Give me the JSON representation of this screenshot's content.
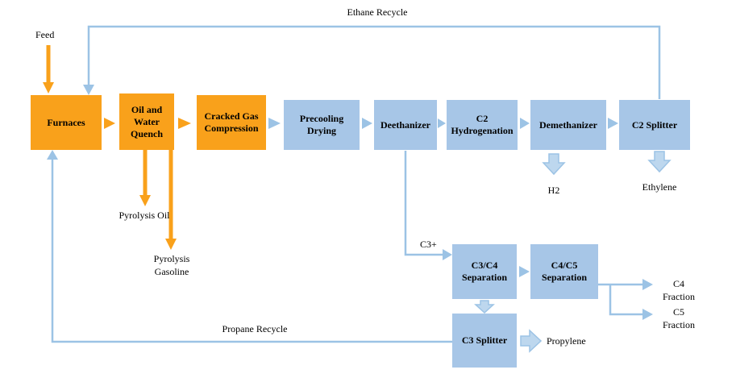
{
  "colors": {
    "orange": "#F9A11B",
    "blue_box": "#A7C6E7",
    "blue_line": "#9CC3E5",
    "block_arrow_fill": "#BDD7EE"
  },
  "boxes": {
    "furnaces": "Furnaces",
    "quench": "Oil and Water Quench",
    "compression": "Cracked Gas Compression",
    "precooling": "Precooling Drying",
    "deethanizer": "Deethanizer",
    "c2_hydrogenation": "C2 Hydrogenation",
    "demethanizer": "Demethanizer",
    "c2_splitter": "C2 Splitter",
    "c3c4_separation": "C3/C4 Separation",
    "c4c5_separation": "C4/C5 Separation",
    "c3_splitter": "C3 Splitter"
  },
  "labels": {
    "feed": "Feed",
    "ethane_recycle": "Ethane Recycle",
    "pyrolysis_oil": "Pyrolysis Oil",
    "pyrolysis_gasoline": "Pyrolysis Gasoline",
    "c3_plus": "C3+",
    "h2": "H2",
    "ethylene": "Ethylene",
    "c4_fraction": "C4 Fraction",
    "c5_fraction": "C5 Fraction",
    "propylene": "Propylene",
    "propane_recycle": "Propane Recycle"
  },
  "flows": [
    "Feed → Furnaces",
    "Furnaces → Oil and Water Quench",
    "Oil and Water Quench → Cracked Gas Compression",
    "Oil and Water Quench → Pyrolysis Oil",
    "Oil and Water Quench → Pyrolysis Gasoline",
    "Cracked Gas Compression → Precooling Drying",
    "Precooling Drying → Deethanizer",
    "Deethanizer → C2 Hydrogenation",
    "Deethanizer → C3+ → C3/C4 Separation",
    "C2 Hydrogenation → Demethanizer",
    "Demethanizer → H2",
    "Demethanizer → C2 Splitter",
    "C2 Splitter → Ethylene",
    "C2 Splitter → Ethane Recycle → Furnaces",
    "C3/C4 Separation → C4/C5 Separation",
    "C3/C4 Separation → C3 Splitter",
    "C4/C5 Separation → C4 Fraction",
    "C4/C5 Separation → C5 Fraction",
    "C3 Splitter → Propylene",
    "C3 Splitter → Propane Recycle → Furnaces"
  ]
}
